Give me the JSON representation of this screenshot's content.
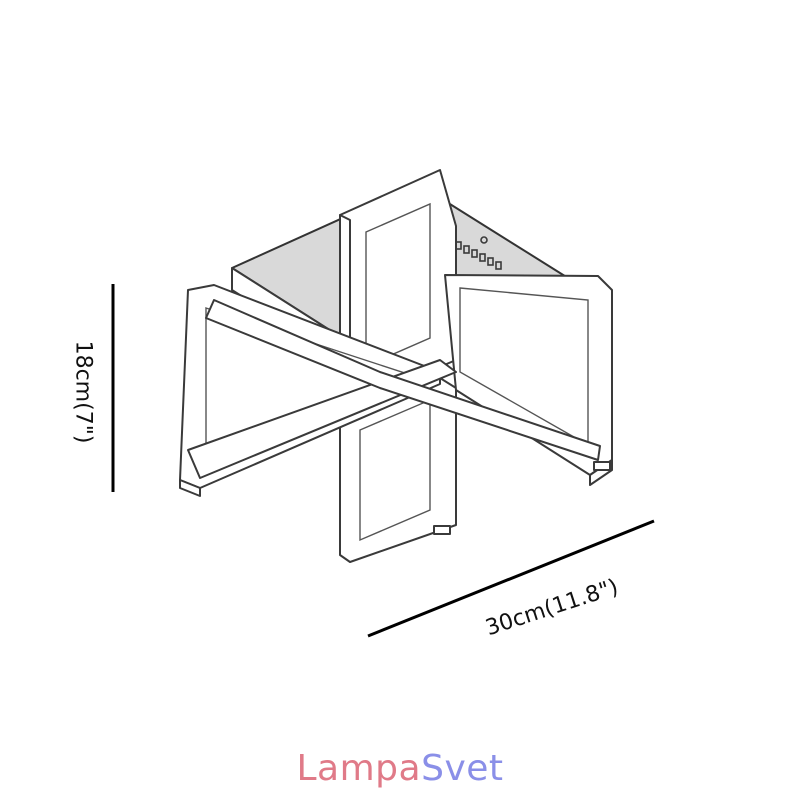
{
  "dimensions": {
    "height_label": "18cm(7\")",
    "width_label": "30cm(11.8\")"
  },
  "brand": {
    "part1": "Lampa",
    "part2": "Svet",
    "color_part1": "#e07a88",
    "color_part2": "#8a8fe8"
  }
}
